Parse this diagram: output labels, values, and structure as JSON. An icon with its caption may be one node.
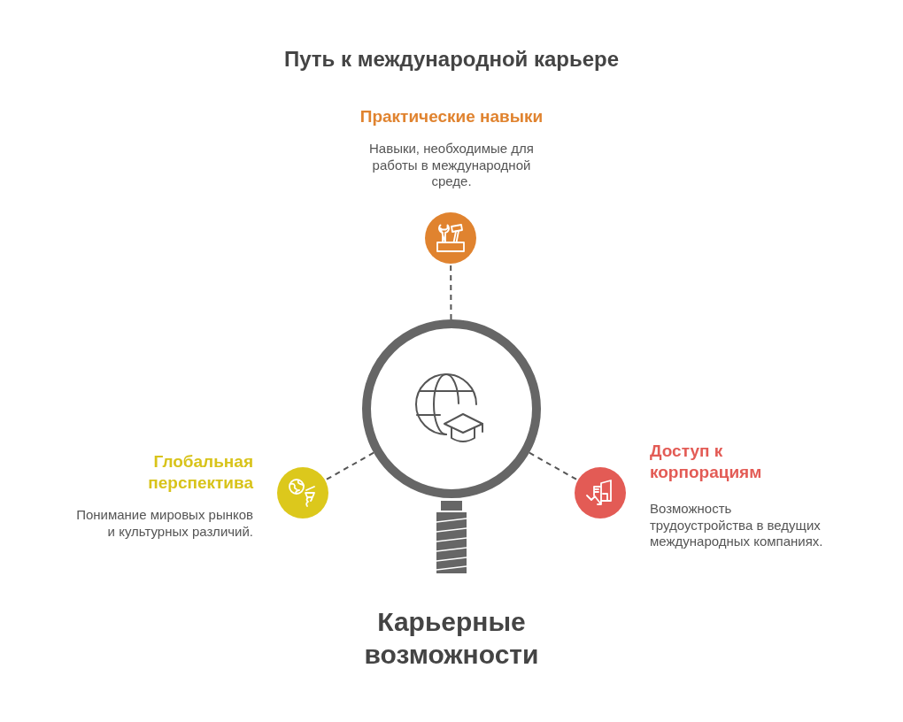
{
  "diagram": {
    "title": "Путь к международной карьере",
    "nodes": [
      {
        "text": [],
        "shape": "circle",
        "beside": [
          "Практические навыки",
          "Навыки, необходимые для работы в международной среде."
        ]
      },
      {
        "text": [],
        "shape": "circle"
      },
      {
        "text": [],
        "shape": "circle",
        "beside": [
          "Глобальная перспектива",
          "Понимание мировых рынков и культурных различий."
        ]
      },
      {
        "text": [],
        "shape": "circle",
        "beside": [
          "Доступ к корпорациям",
          "Возможность трудоустройства в ведущих международных компаниях."
        ]
      }
    ],
    "edges": [
      {
        "from": 1,
        "to": 0,
        "arrow": "none",
        "style": "dashed"
      },
      {
        "from": 1,
        "to": 2,
        "arrow": "none",
        "style": "dashed"
      },
      {
        "from": 1,
        "to": 3,
        "arrow": "none",
        "style": "dashed"
      }
    ],
    "labels": [
      "Карьерные возможности"
    ]
  }
}
